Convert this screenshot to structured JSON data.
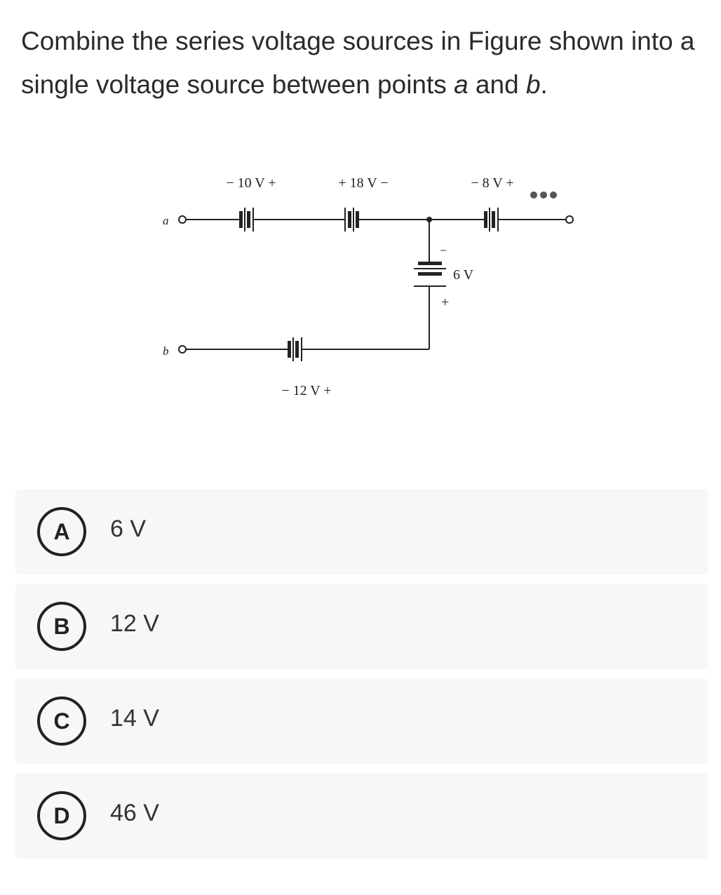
{
  "question": {
    "text_before": "Combine the series voltage sources in Figure shown into a single voltage source between points ",
    "point_a": "a",
    "and": " and ",
    "point_b": "b",
    "end": "."
  },
  "figure": {
    "terminal_a": "a",
    "terminal_b": "b",
    "source_10v": "− 10 V +",
    "source_18v": "+ 18 V −",
    "source_8v": "− 8 V +",
    "source_6v": "6 V",
    "source_6v_minus": "−",
    "source_6v_plus": "+",
    "source_12v": "− 12 V +"
  },
  "options": [
    {
      "letter": "A",
      "text": "6 V"
    },
    {
      "letter": "B",
      "text": "12 V"
    },
    {
      "letter": "C",
      "text": "14 V"
    },
    {
      "letter": "D",
      "text": "46 V"
    }
  ]
}
